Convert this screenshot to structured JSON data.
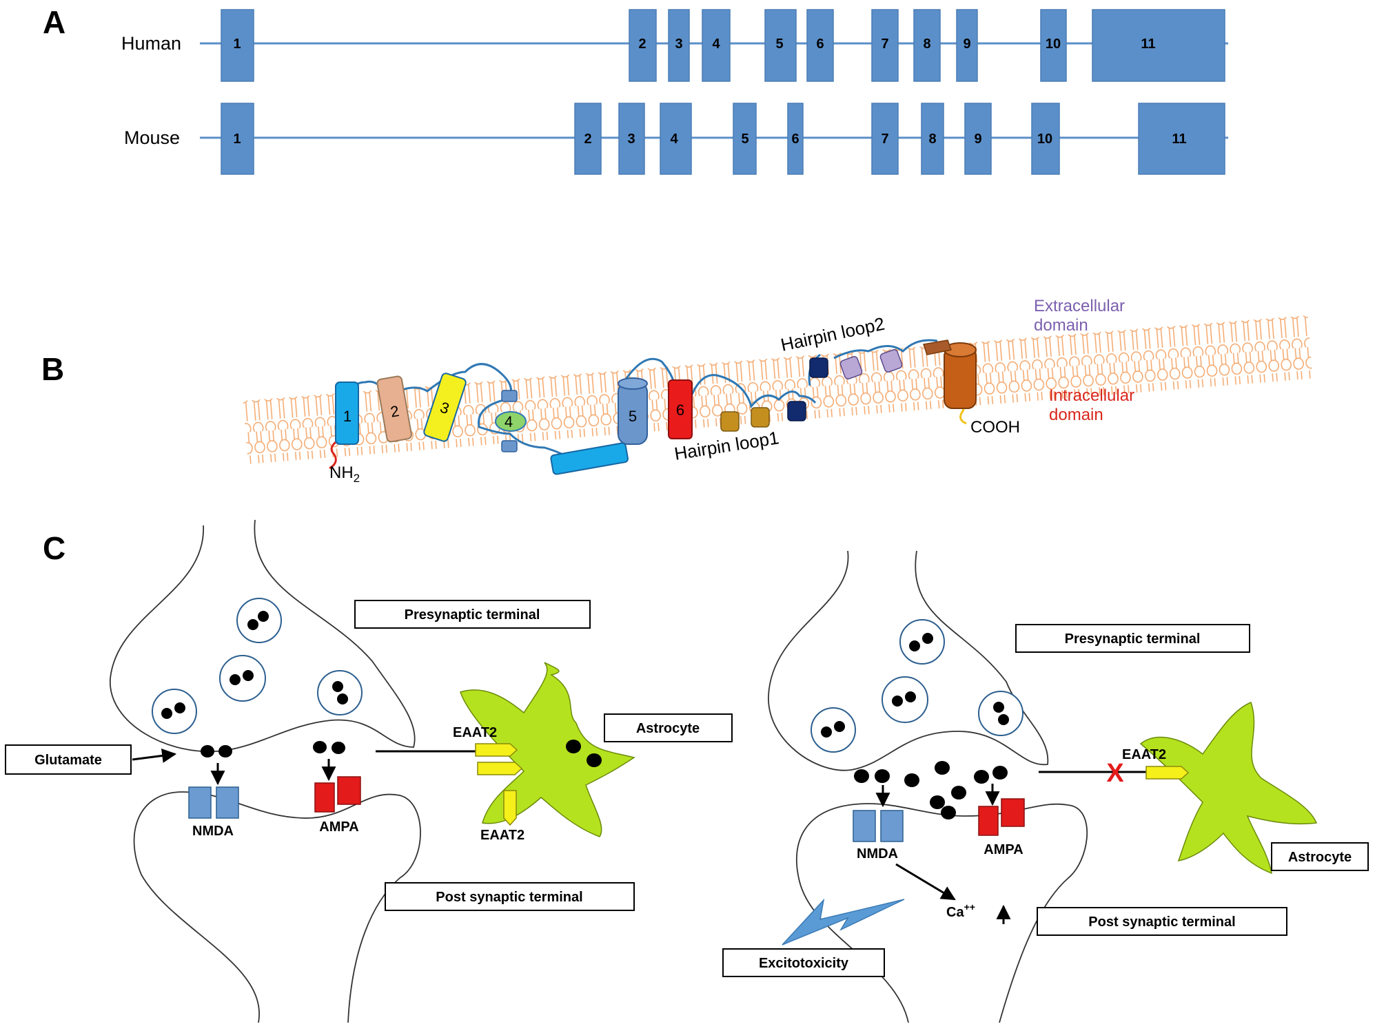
{
  "panels": {
    "a": {
      "label": "A",
      "species": [
        {
          "name": "Human",
          "exons": [
            {
              "label": "1"
            },
            {
              "label": "2"
            },
            {
              "label": "3"
            },
            {
              "label": "4"
            },
            {
              "label": "5"
            },
            {
              "label": "6"
            },
            {
              "label": "7"
            },
            {
              "label": "8"
            },
            {
              "label": "9"
            },
            {
              "label": "10"
            },
            {
              "label": "11"
            }
          ]
        },
        {
          "name": "Mouse",
          "exons": [
            {
              "label": "1"
            },
            {
              "label": "2"
            },
            {
              "label": "3"
            },
            {
              "label": "4"
            },
            {
              "label": "5"
            },
            {
              "label": "6"
            },
            {
              "label": "7"
            },
            {
              "label": "8"
            },
            {
              "label": "9"
            },
            {
              "label": "10"
            },
            {
              "label": "11"
            }
          ]
        }
      ]
    },
    "b": {
      "label": "B",
      "helix_labels": [
        "1",
        "2",
        "3",
        "4",
        "5",
        "6"
      ],
      "n_terminus": "NH",
      "n_terminus_sub": "2",
      "c_terminus": "COOH",
      "hairpin1": "Hairpin loop1",
      "hairpin2": "Hairpin loop2",
      "extracellular": [
        "Extracellular",
        "domain"
      ],
      "intracellular": [
        "Intracellular",
        "domain"
      ]
    },
    "c": {
      "label": "C",
      "left": {
        "presynaptic": "Presynaptic terminal",
        "postsynaptic": "Post synaptic terminal",
        "glutamate": "Glutamate",
        "astrocyte": "Astrocyte",
        "eaat2_top": "EAAT2",
        "eaat2_bottom": "EAAT2",
        "nmda": "NMDA",
        "ampa": "AMPA"
      },
      "right": {
        "presynaptic": "Presynaptic terminal",
        "postsynaptic": "Post synaptic terminal",
        "astrocyte": "Astrocyte",
        "eaat2": "EAAT2",
        "nmda": "NMDA",
        "ampa": "AMPA",
        "calcium": "Ca",
        "calcium_sup": "++",
        "excitotoxicity": "Excitotoxicity",
        "blocked_mark": "X"
      }
    }
  },
  "colors": {
    "exon": "#5b8fc9",
    "membrane": "#f3a66a",
    "nmda": "#6b9bd1",
    "ampa": "#e31b1b",
    "astrocyte": "#b5e21f",
    "eaat2": "#f5ef1a",
    "extracellular_text": "#7b5fae",
    "intracellular_text": "#d9261c",
    "helix1": "#1aa9e8",
    "helix2": "#e7b090",
    "helix3": "#f4ef1e",
    "helix4": "#8fd36b",
    "helix5": "#6a96cc",
    "helix6": "#ea1b1b",
    "hairpin1": "#c58f1f",
    "hairpin_dark": "#122a6e",
    "hairpin2": "#b9a8d6",
    "tm8": "#c55f17",
    "bolt": "#5b9bd5"
  }
}
